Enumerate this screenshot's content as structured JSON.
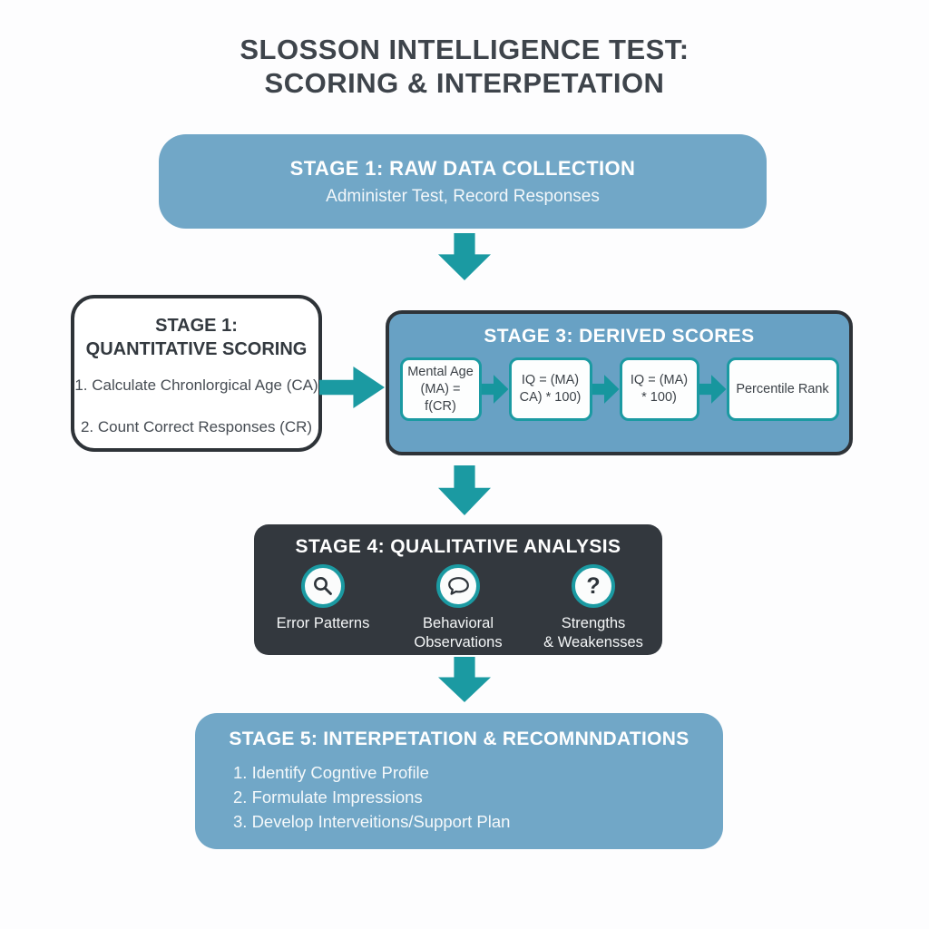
{
  "title": {
    "line1": "SLOSSON INTELLIGENCE TEST:",
    "line2": "SCORING & INTERPETATION"
  },
  "colors": {
    "blue": "#71a7c7",
    "blue_deep": "#68a1c4",
    "teal": "#1b9aa2",
    "dark_panel": "#33383e",
    "dark_border": "#2e3338",
    "title_text": "#3e444b"
  },
  "stage1": {
    "title": "STAGE 1: RAW DATA COLLECTION",
    "subtitle": "Administer Test, Record Responses"
  },
  "stage2": {
    "title_line1": "STAGE 1:",
    "title_line2": "QUANTITATIVE SCORING",
    "items": [
      "1. Calculate Chronlorgical Age (CA)",
      "2. Count Correct Responses (CR)"
    ]
  },
  "stage3": {
    "title": "STAGE 3: DERIVED SCORES",
    "boxes": [
      {
        "line1": "Mental Age",
        "line2": "(MA) = f(CR)"
      },
      {
        "line1": "IQ = (MA)",
        "line2": "CA) * 100)"
      },
      {
        "line1": "IQ = (MA)",
        "line2": "* 100)"
      },
      {
        "line1": "Percentile Rank",
        "line2": ""
      }
    ]
  },
  "stage4": {
    "title": "STAGE 4: QUALITATIVE ANALYSIS",
    "items": [
      {
        "icon": "magnifier-icon",
        "label_line1": "Error Patterns",
        "label_line2": ""
      },
      {
        "icon": "speech-bubble-icon",
        "label_line1": "Behavioral",
        "label_line2": "Observations"
      },
      {
        "icon": "question-mark-icon",
        "label_line1": "Strengths",
        "label_line2": "& Weakensses",
        "glyph": "?"
      }
    ]
  },
  "stage5": {
    "title": "STAGE 5: INTERPETATION & RECOMNNDATIONS",
    "items": [
      "1. Identify Cogntive Profile",
      "2. Formulate Impressions",
      "3. Develop Interveitions/Support Plan"
    ]
  }
}
